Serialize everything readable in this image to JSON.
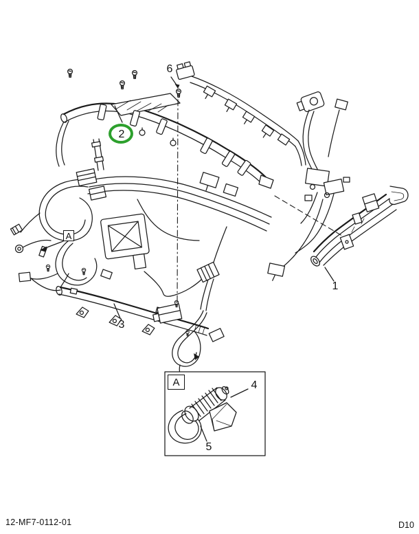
{
  "footer": {
    "doc_number": "12-MF7-0112-01",
    "page_code": "D10"
  },
  "callouts": {
    "c1": {
      "label": "1"
    },
    "c2": {
      "label": "2",
      "highlighted": true
    },
    "c3": {
      "label": "3"
    },
    "c4": {
      "label": "4"
    },
    "c5": {
      "label": "5"
    },
    "c6": {
      "label": "6"
    },
    "detail_ref": {
      "label": "A"
    },
    "detail_inset": {
      "label": "A"
    }
  },
  "colors": {
    "highlight_green": "#2da02d",
    "line": "#1b1b1b",
    "background": "#ffffff"
  }
}
